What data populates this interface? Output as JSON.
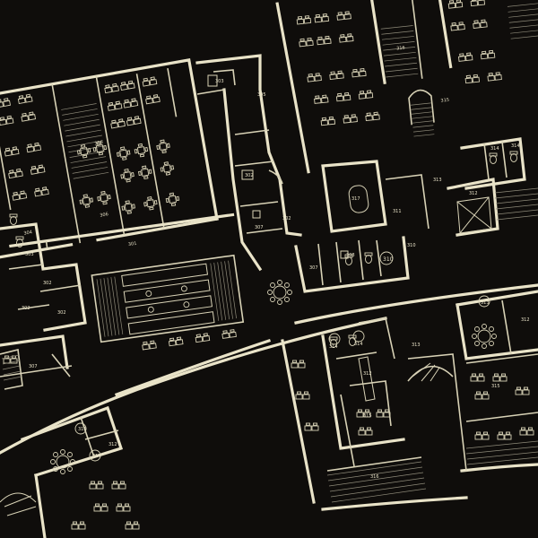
{
  "rooms": [
    {
      "id": "r-316a",
      "label": "316"
    },
    {
      "id": "r-315a",
      "label": "315"
    },
    {
      "id": "r-303",
      "label": "303"
    },
    {
      "id": "r-305",
      "label": "305"
    },
    {
      "id": "r-316b",
      "label": "316"
    },
    {
      "id": "r-306",
      "label": "306"
    },
    {
      "id": "r-304",
      "label": "304"
    },
    {
      "id": "r-301",
      "label": "301"
    },
    {
      "id": "r-302a",
      "label": "302"
    },
    {
      "id": "r-302b",
      "label": "302"
    },
    {
      "id": "r-302c",
      "label": "302"
    },
    {
      "id": "r-303b",
      "label": "303"
    },
    {
      "id": "r-307a",
      "label": "307"
    },
    {
      "id": "r-302d",
      "label": "302"
    },
    {
      "id": "r-307b",
      "label": "307"
    },
    {
      "id": "r-308",
      "label": "308"
    },
    {
      "id": "r-317",
      "label": "317"
    },
    {
      "id": "r-311",
      "label": "311"
    },
    {
      "id": "r-313a",
      "label": "313"
    },
    {
      "id": "r-312a",
      "label": "312"
    },
    {
      "id": "r-314a",
      "label": "314"
    },
    {
      "id": "r-314b",
      "label": "314"
    },
    {
      "id": "r-310",
      "label": "310"
    },
    {
      "id": "r-313b",
      "label": "313"
    },
    {
      "id": "r-314c",
      "label": "314"
    },
    {
      "id": "r-312b",
      "label": "312"
    },
    {
      "id": "r-315b",
      "label": "315"
    },
    {
      "id": "r-315c",
      "label": "315"
    },
    {
      "id": "r-316c",
      "label": "316"
    },
    {
      "id": "r-314d",
      "label": "314"
    },
    {
      "id": "r-312c",
      "label": "312"
    }
  ]
}
